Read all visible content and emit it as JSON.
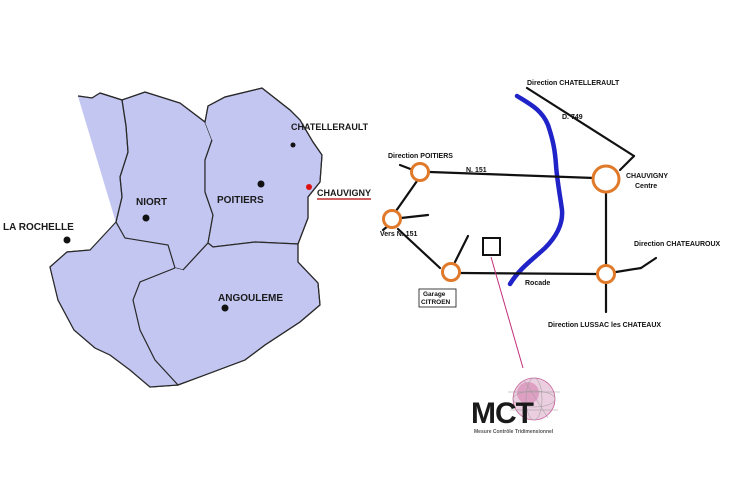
{
  "colors": {
    "region_fill": "#c3c6f1",
    "region_stroke": "#2a2a2a",
    "river": "#1f23c8",
    "roundabout": "#e07a2a",
    "chauvigny_dot": "#dd1111",
    "chauvigny_underline": "#b30000",
    "pointer_line": "#c0307a",
    "logo_text": "#1a1a1a",
    "logo_sphere": "#c04d8e"
  },
  "regional_map": {
    "cities": {
      "la_rochelle": "LA ROCHELLE",
      "niort": "NIORT",
      "poitiers": "POITIERS",
      "chatellerault": "CHATELLERAULT",
      "chauvigny": "CHAUVIGNY",
      "angouleme": "ANGOULEME"
    }
  },
  "local_map": {
    "directions": {
      "chatellerault": "Direction CHATELLERAULT",
      "poitiers": "Direction POITIERS",
      "chateauroux": "Direction CHATEAUROUX",
      "lussac": "Direction LUSSAC les CHATEAUX"
    },
    "roads": {
      "d749": "D. 749",
      "n151": "N. 151",
      "vers_n151": "Vers N. 151",
      "rocade": "Rocade"
    },
    "chauvigny_centre": {
      "line1": "CHAUVIGNY",
      "line2": "Centre"
    },
    "garage": {
      "line1": "Garage",
      "line2": "CITROEN"
    }
  },
  "logo": {
    "text": "MCT",
    "tagline": "Mesure Contrôle Tridimensionnel"
  }
}
